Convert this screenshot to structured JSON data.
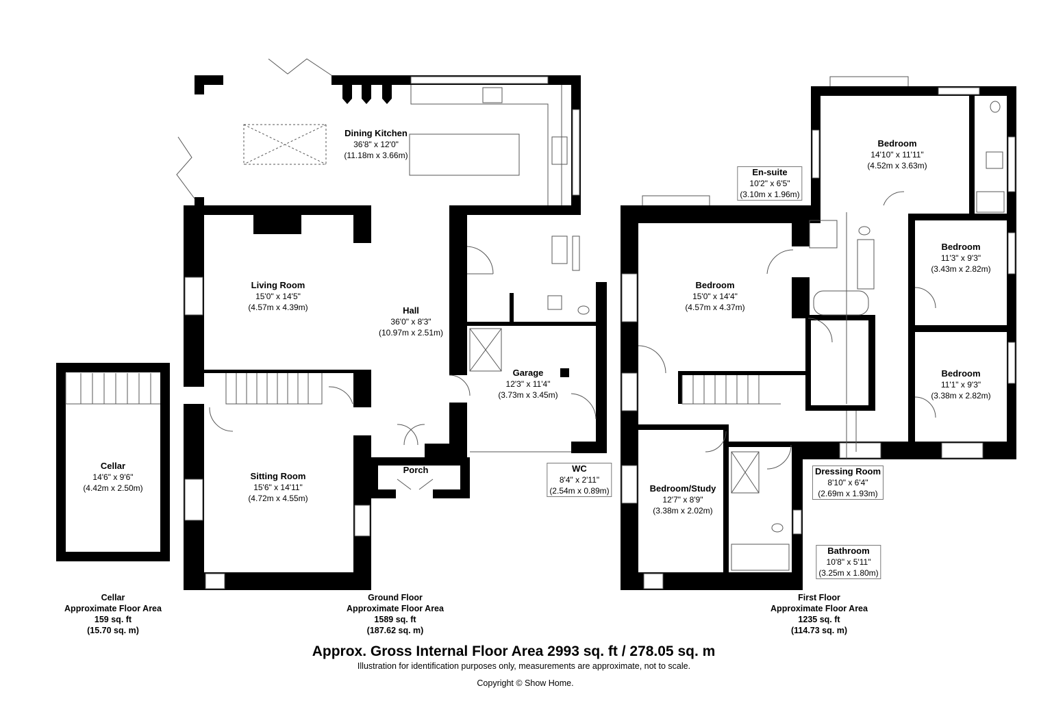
{
  "rooms": {
    "dining_kitchen": {
      "name": "Dining Kitchen",
      "imperial": "36'8\" x 12'0\"",
      "metric": "(11.18m x 3.66m)"
    },
    "living_room": {
      "name": "Living Room",
      "imperial": "15'0\" x 14'5\"",
      "metric": "(4.57m x 4.39m)"
    },
    "hall": {
      "name": "Hall",
      "imperial": "36'0\" x 8'3\"",
      "metric": "(10.97m x 2.51m)"
    },
    "garage": {
      "name": "Garage",
      "imperial": "12'3\" x 11'4\"",
      "metric": "(3.73m x 3.45m)"
    },
    "sitting_room": {
      "name": "Sitting Room",
      "imperial": "15'6\" x 14'11\"",
      "metric": "(4.72m x 4.55m)"
    },
    "porch": {
      "name": "Porch"
    },
    "wc": {
      "name": "WC",
      "imperial": "8'4\" x 2'11\"",
      "metric": "(2.54m x 0.89m)"
    },
    "cellar": {
      "name": "Cellar",
      "imperial": "14'6\" x 9'6\"",
      "metric": "(4.42m x 2.50m)"
    },
    "en_suite": {
      "name": "En-suite",
      "imperial": "10'2\" x 6'5\"",
      "metric": "(3.10m x 1.96m)"
    },
    "bedroom_master": {
      "name": "Bedroom",
      "imperial": "14'10\" x 11'11\"",
      "metric": "(4.52m x 3.63m)"
    },
    "bedroom_2": {
      "name": "Bedroom",
      "imperial": "15'0\" x 14'4\"",
      "metric": "(4.57m x 4.37m)"
    },
    "bedroom_3": {
      "name": "Bedroom",
      "imperial": "11'3\" x 9'3\"",
      "metric": "(3.43m x 2.82m)"
    },
    "bedroom_4": {
      "name": "Bedroom",
      "imperial": "11'1\" x 9'3\"",
      "metric": "(3.38m x 2.82m)"
    },
    "bedroom_study": {
      "name": "Bedroom/Study",
      "imperial": "12'7\" x 8'9\"",
      "metric": "(3.38m x 2.02m)"
    },
    "dressing_room": {
      "name": "Dressing Room",
      "imperial": "8'10\" x 6'4\"",
      "metric": "(2.69m x 1.93m)"
    },
    "bathroom": {
      "name": "Bathroom",
      "imperial": "10'8\" x 5'11\"",
      "metric": "(3.25m x 1.80m)"
    }
  },
  "floors": {
    "cellar": {
      "name": "Cellar",
      "label": "Approximate Floor Area",
      "sqft": "159 sq. ft",
      "sqm": "(15.70 sq. m)"
    },
    "ground": {
      "name": "Ground Floor",
      "label": "Approximate Floor Area",
      "sqft": "1589 sq. ft",
      "sqm": "(187.62 sq. m)"
    },
    "first": {
      "name": "First Floor",
      "label": "Approximate Floor Area",
      "sqft": "1235 sq. ft",
      "sqm": "(114.73 sq. m)"
    }
  },
  "footer": {
    "gross_area": "Approx. Gross Internal Floor Area 2993 sq. ft / 278.05 sq. m",
    "disclaimer": "Illustration for identification purposes only, measurements are approximate, not to scale.",
    "copyright": "Copyright © Show Home."
  },
  "colors": {
    "wall": "#000000",
    "fixture_line": "#555555",
    "background": "#ffffff"
  }
}
